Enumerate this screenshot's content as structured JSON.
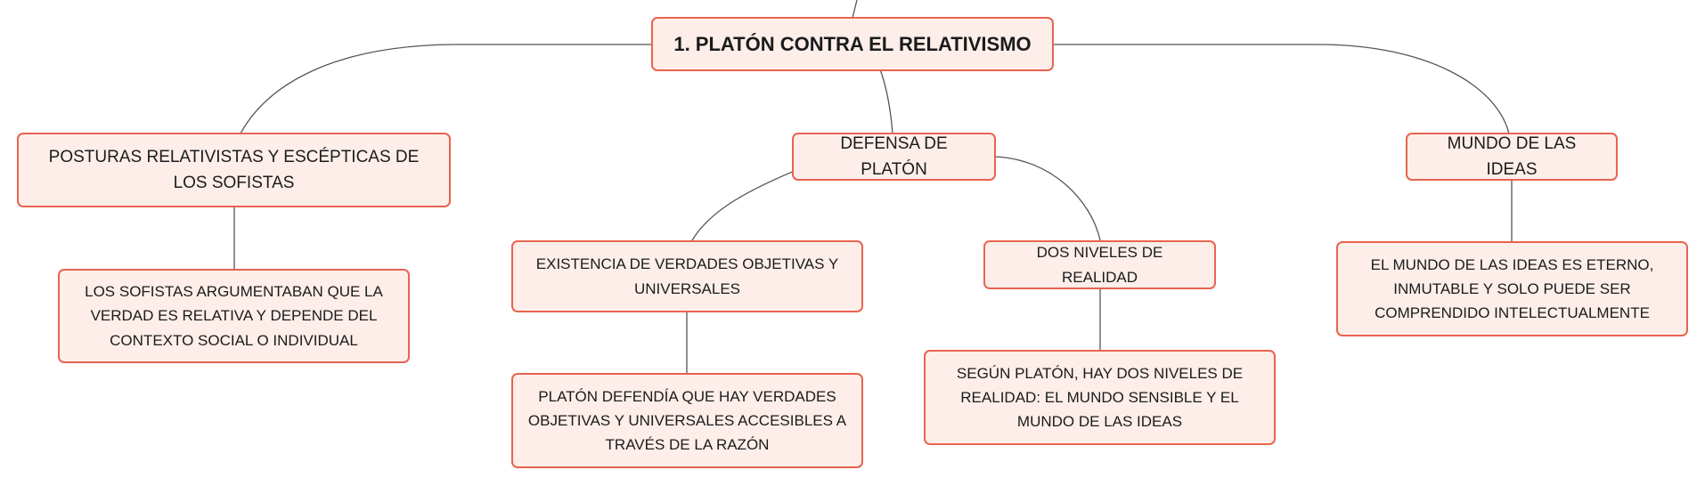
{
  "map": {
    "root": "1. PLATÓN CONTRA EL RELATIVISMO",
    "branch_sofistas": "POSTURAS RELATIVISTAS Y ESCÉPTICAS DE LOS SOFISTAS",
    "sofistas_detail": "LOS SOFISTAS ARGUMENTABAN QUE LA VERDAD ES RELATIVA Y DEPENDE DEL CONTEXTO SOCIAL O INDIVIDUAL",
    "branch_defensa": "DEFENSA DE PLATÓN",
    "verdades": "EXISTENCIA DE VERDADES OBJETIVAS Y UNIVERSALES",
    "verdades_detail": "PLATÓN DEFENDÍA QUE HAY VERDADES OBJETIVAS Y UNIVERSALES ACCESIBLES A TRAVÉS DE LA RAZÓN",
    "niveles": "DOS NIVELES DE REALIDAD",
    "niveles_detail": "SEGÚN PLATÓN, HAY DOS NIVELES DE REALIDAD: EL MUNDO SENSIBLE Y EL MUNDO DE LAS IDEAS",
    "branch_ideas": "MUNDO DE LAS IDEAS",
    "ideas_detail": "EL MUNDO DE LAS IDEAS ES ETERNO, INMUTABLE Y SOLO PUEDE SER COMPRENDIDO INTELECTUALMENTE"
  },
  "colors": {
    "node_fill": "#fdeeea",
    "node_border": "#e8644f",
    "connector": "#555555"
  }
}
